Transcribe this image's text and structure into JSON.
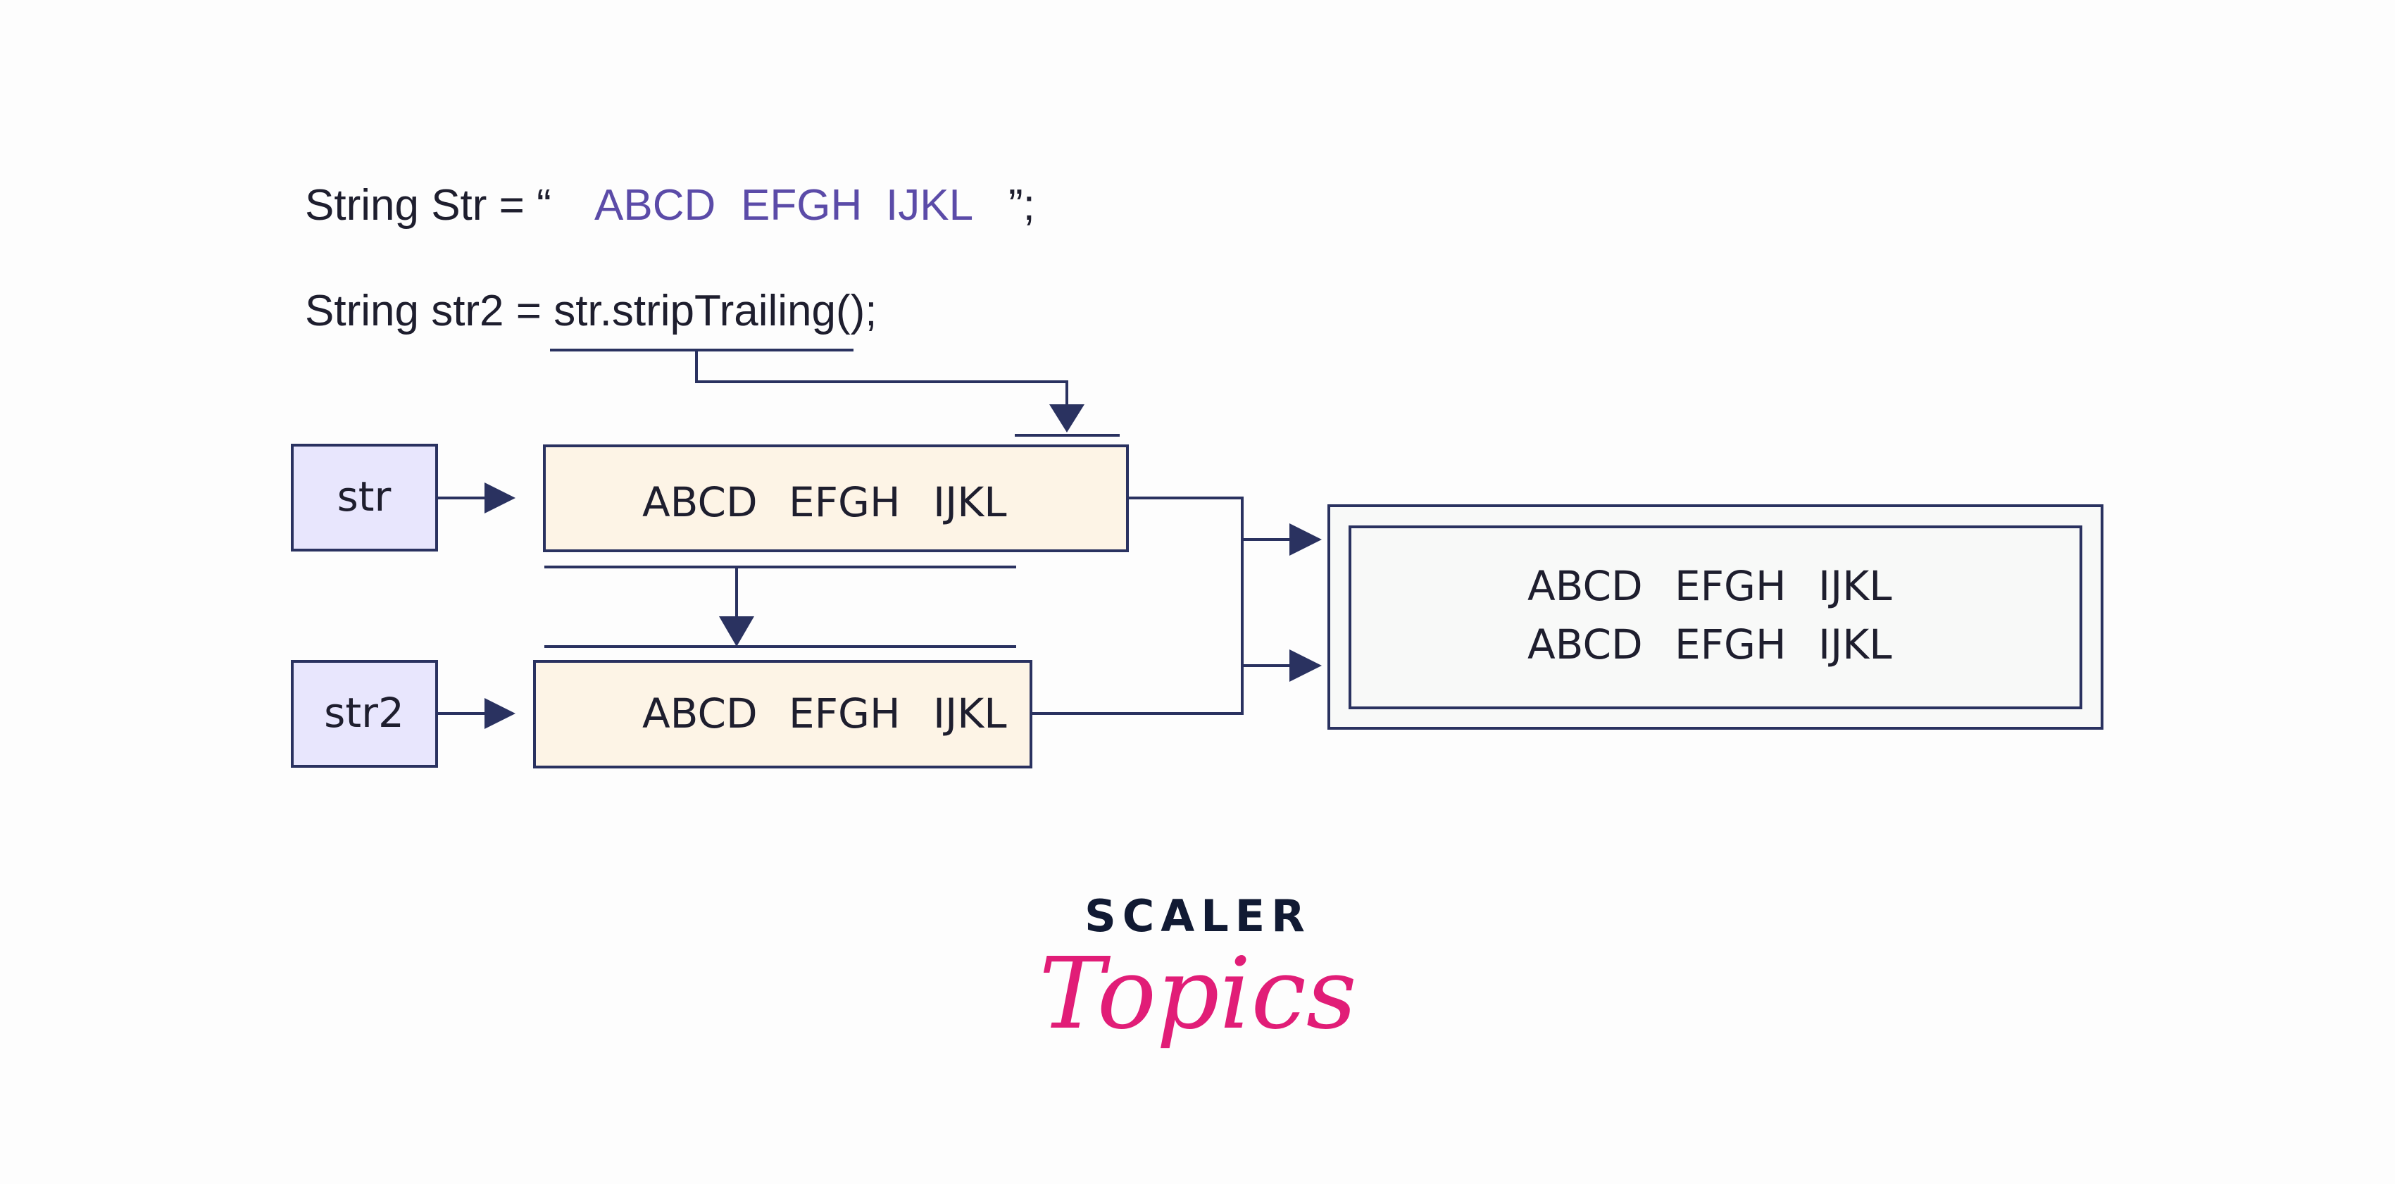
{
  "code": {
    "line1": {
      "prefix": "String Str = “",
      "word1": "ABCD",
      "word2": "EFGH",
      "word3": "IJKL",
      "suffix": "”;"
    },
    "line2": {
      "text": "String str2 = str.stripTrailing();"
    }
  },
  "variables": {
    "str_label": "str",
    "str2_label": "str2"
  },
  "values": {
    "str": {
      "word1": "ABCD",
      "word2": "EFGH",
      "word3": "IJKL"
    },
    "str2": {
      "word1": "ABCD",
      "word2": "EFGH",
      "word3": "IJKL"
    }
  },
  "result": {
    "line1": {
      "word1": "ABCD",
      "word2": "EFGH",
      "word3": "IJKL"
    },
    "line2": {
      "word1": "ABCD",
      "word2": "EFGH",
      "word3": "IJKL"
    }
  },
  "brand": {
    "scaler": "SCALER",
    "topics": "Topics"
  },
  "colors": {
    "line": "#2a3260",
    "label_fill": "#e8e6fd",
    "value_fill": "#fdf4e6",
    "purple_text": "#5b4ba8",
    "brand_pink": "#e11d77",
    "brand_navy": "#111a33"
  }
}
